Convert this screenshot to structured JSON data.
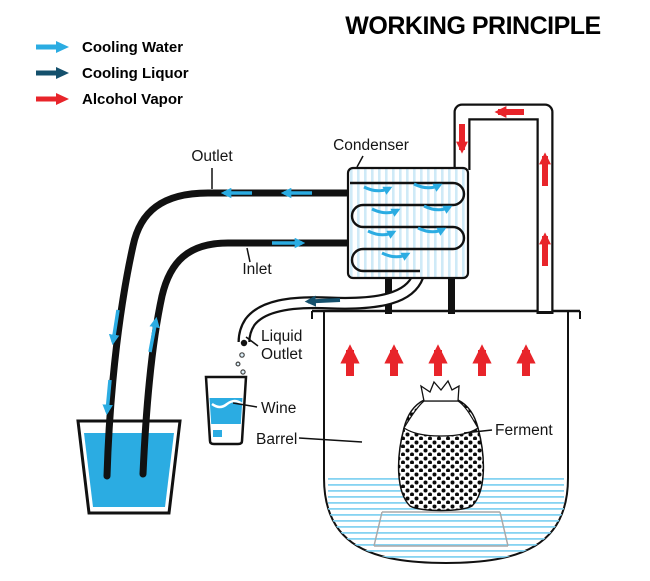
{
  "title": "WORKING PRINCIPLE",
  "legend": {
    "items": [
      {
        "label": "Cooling Water",
        "color": "#2BACE2"
      },
      {
        "label": "Cooling Liquor",
        "color": "#14506C"
      },
      {
        "label": "Alcohol Vapor",
        "color": "#E8242A"
      }
    ]
  },
  "labels": {
    "condenser": "Condenser",
    "outlet": "Outlet",
    "inlet": "Inlet",
    "liquid_outlet_line1": "Liquid",
    "liquid_outlet_line2": "Outlet",
    "wine": "Wine",
    "barrel": "Barrel",
    "ferment": "Ferment"
  },
  "colors": {
    "cooling_water": "#2BACE2",
    "cooling_liquor": "#14506C",
    "alcohol_vapor": "#E8242A",
    "water": "#2BACE2",
    "condenser_stripe": "#CFEAF7",
    "outline": "#111111"
  }
}
